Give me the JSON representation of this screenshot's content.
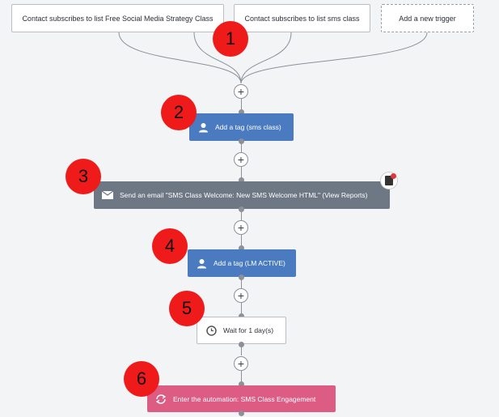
{
  "triggers": [
    {
      "label": "Contact subscribes to list Free Social Media Strategy Class"
    },
    {
      "label": "Contact subscribes to list sms class"
    },
    {
      "label": "Add a new trigger"
    }
  ],
  "plus_label": "+",
  "steps": [
    {
      "label": "Add a tag (sms class)",
      "icon": "user-icon",
      "color": "#4a7bc0"
    },
    {
      "label": "Send an email \"SMS Class Welcome: New SMS Welcome HTML\" (View Reports)",
      "icon": "envelope-icon",
      "color": "#6e7784"
    },
    {
      "label": "Add a tag (LM ACTIVE)",
      "icon": "user-icon",
      "color": "#4a7bc0"
    },
    {
      "label": "Wait for 1 day(s)",
      "icon": "clock-icon",
      "color": "#ffffff"
    },
    {
      "label": "Enter the automation: SMS Class Engagement",
      "icon": "refresh-icon",
      "color": "#dc5c84"
    }
  ],
  "annotation_markers": [
    "1",
    "2",
    "3",
    "4",
    "5",
    "6"
  ],
  "colors": {
    "accent_blue": "#4a7bc0",
    "email_gray": "#6e7784",
    "goto_pink": "#dc5c84",
    "marker_red": "#ef1b1b"
  }
}
